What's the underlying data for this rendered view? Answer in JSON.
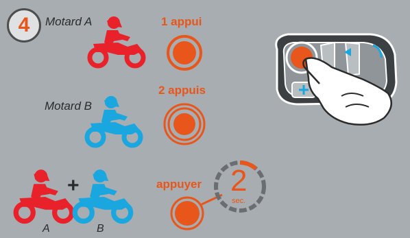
{
  "step": {
    "number": "4"
  },
  "riders": {
    "a_label": "Motard A",
    "b_label": "Motard B",
    "pair_a": "A",
    "pair_b": "B",
    "plus": "+"
  },
  "actions": {
    "one_press": "1 appui",
    "two_presses": "2 appuis",
    "hold": "appuyer",
    "hold_seconds": "2",
    "hold_unit": "sec."
  },
  "colors": {
    "background": "#a7adb0",
    "accent_orange": "#e8561b",
    "rider_a_red": "#e8212a",
    "rider_b_blue": "#1aa7df",
    "device_dark": "#3c4043"
  }
}
